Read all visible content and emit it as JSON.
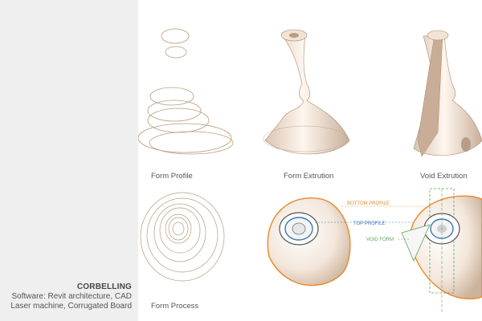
{
  "sidebar": {
    "title": "CORBELLING",
    "line1": "Software: Revit architecture, CAD",
    "line2": "Laser machine, Corrugated Board"
  },
  "captions": {
    "form_profile": "Form Profile",
    "form_extrution": "Form Extrution",
    "void_extrution": "Void Extrution",
    "form_process": "Form Process"
  },
  "annotations": {
    "bottom_profile": "BOTTOM PROFILE",
    "top_profile": "TOP PROFILE",
    "void_form": "VOID FORM"
  },
  "colors": {
    "sidebar_bg": "#efefef",
    "profile_line": "#b99a7a",
    "orange_accent": "#e8892b",
    "blue_accent": "#3c78b4",
    "green_accent": "#5aa55a"
  }
}
